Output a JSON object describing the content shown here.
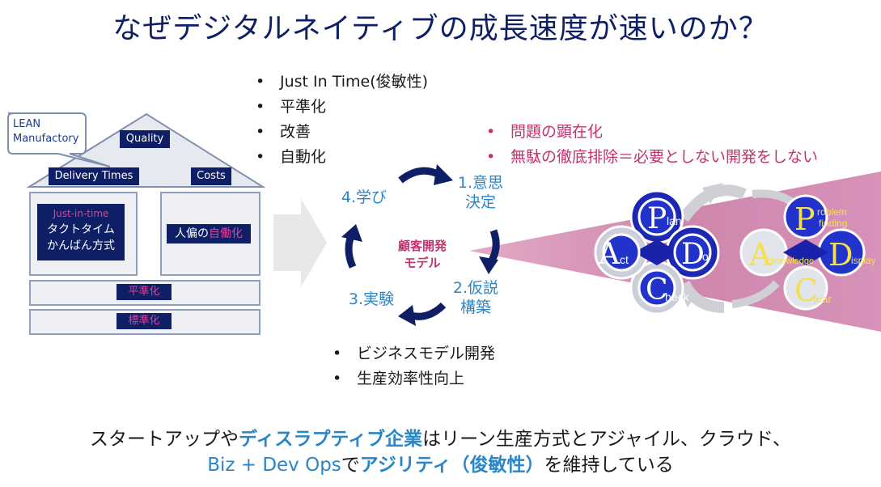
{
  "title": "なぜデジタルネイティブの成長速度が速いのか？",
  "house": {
    "callout": [
      "LEAN",
      "Manufactory"
    ],
    "quality": "Quality",
    "delivery": "Delivery Times",
    "costs": "Costs",
    "jit_label": "Just-in-time",
    "jit_items": [
      "タクトタイム",
      "かんばん方式"
    ],
    "jidoka_prefix": "人偏の",
    "jidoka_highlight": "自働化",
    "heijunka": "平準化",
    "hyojunka": "標準化"
  },
  "top_bullets": [
    "Just In Time(俊敏性)",
    "平準化",
    "改善",
    "自動化"
  ],
  "pink_bullets": [
    "問題の顕在化",
    "無駄の徹底排除＝必要としない開発をしない"
  ],
  "cycle": {
    "step1": [
      "1.意思",
      "決定"
    ],
    "step2": [
      "2.仮説",
      "構築"
    ],
    "step3": "3.実験",
    "step4": "4.学び",
    "center": [
      "顧客開発",
      "モデル"
    ]
  },
  "lower_bullets": [
    "ビジネスモデル開発",
    "生産効率性向上"
  ],
  "pdca": {
    "p": {
      "big": "P",
      "small": "lan"
    },
    "d": {
      "big": "D",
      "small": "o"
    },
    "c": {
      "big": "C",
      "small": "heck"
    },
    "a": {
      "big": "A",
      "small": "ct"
    }
  },
  "pdca2": {
    "p": {
      "big": "P",
      "small1": "roblem",
      "small2": "finding"
    },
    "d": {
      "big": "D",
      "small": "isplay"
    },
    "c": {
      "big": "C",
      "small": "lear"
    },
    "a": {
      "big": "A",
      "small": "cknowledge"
    }
  },
  "bottom": {
    "line1_a": "スタートアップや",
    "line1_hl": "ディスラプティブ企業",
    "line1_b": "はリーン生産方式とアジャイル、クラウド、",
    "line2_blue": "Biz + Dev Ops",
    "line2_a": "で",
    "line2_hl": "アジリティ（俊敏性）",
    "line2_b": "を維持している"
  },
  "colors": {
    "navy": "#0f1f66",
    "accent_blue": "#2b86c7",
    "pink": "#c2326f",
    "petal": "#2233cc",
    "triangle": "#d98fb4"
  }
}
